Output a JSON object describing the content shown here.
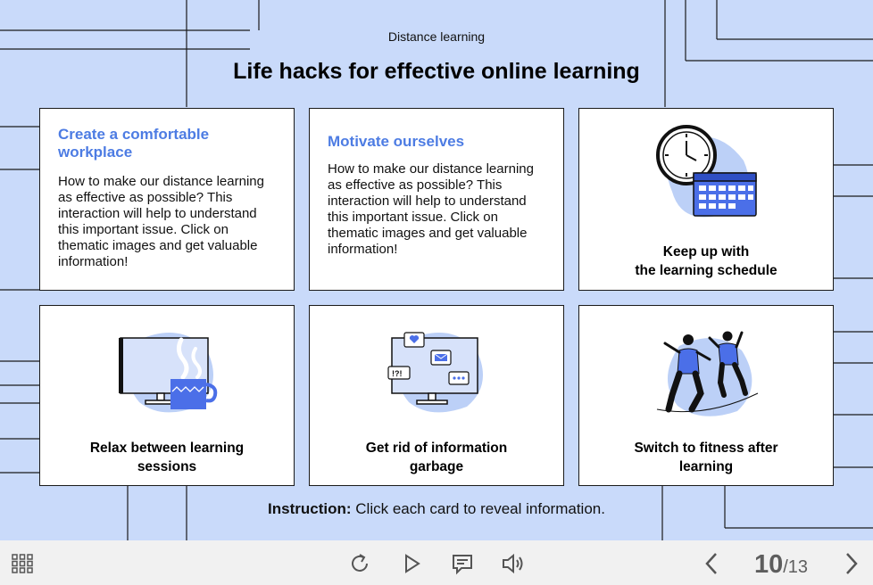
{
  "header": {
    "eyebrow": "Distance learning",
    "title": "Life hacks for effective online learning"
  },
  "cards": [
    {
      "heading": "Create a comfortable workplace",
      "body": "How to make our distance learning as effective as possible? This interaction will help to understand this important issue. Click on thematic images and get valuable information!"
    },
    {
      "heading": "Motivate ourselves",
      "body": "How to make our distance learning as effective as possible? This interaction will help to understand this important issue. Click on thematic images and get valuable information!"
    },
    {
      "caption_line1": "Keep up with",
      "caption_line2": "the learning schedule",
      "icon": "clock-calendar-icon"
    },
    {
      "caption_line1": "Relax between learning",
      "caption_line2": "sessions",
      "icon": "monitor-coffee-icon"
    },
    {
      "caption_line1": "Get rid of information",
      "caption_line2": "garbage",
      "icon": "monitor-messages-icon"
    },
    {
      "caption_line1": "Switch to fitness after",
      "caption_line2": "learning",
      "icon": "fitness-people-icon"
    }
  ],
  "instruction": {
    "label": "Instruction:",
    "text": " Click each card to reveal information."
  },
  "player": {
    "current_page": "10",
    "total_pages": "/13"
  },
  "colors": {
    "background": "#c9dafa",
    "accent": "#4d7ce3",
    "illustration_blue": "#4b6fe8",
    "illustration_light": "#bcd0f7",
    "player_bar": "#f1f1f1"
  }
}
